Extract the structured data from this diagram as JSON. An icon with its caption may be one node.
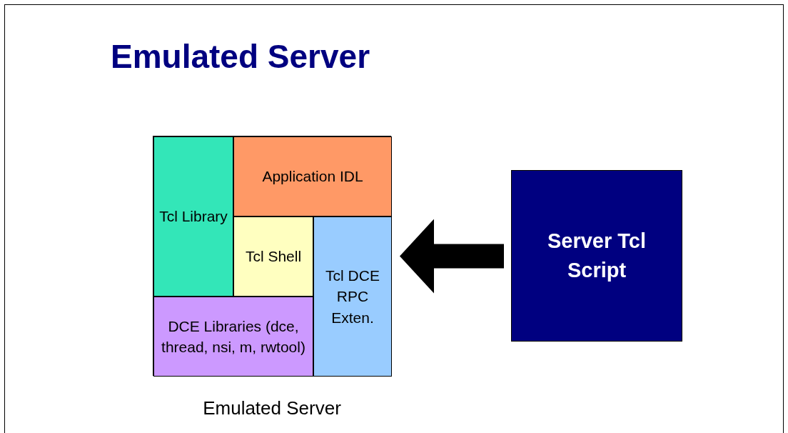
{
  "diagram": {
    "title": "Emulated Server",
    "nodes": [
      {
        "text": [],
        "shape": "box",
        "beside": [
          "Emulated Server"
        ]
      },
      {
        "text": [
          "Application IDL"
        ],
        "in": 0
      },
      {
        "text": [
          "Tcl Library"
        ],
        "in": 0
      },
      {
        "text": [
          "Tcl Shell"
        ],
        "in": 0
      },
      {
        "text": [
          "Tcl DCE RPC Exten."
        ],
        "in": 0
      },
      {
        "text": [
          "DCE Libraries (dce, thread, nsi, m, rwtool)"
        ],
        "in": 0
      },
      {
        "text": [
          "Server Tcl Script"
        ]
      }
    ],
    "edges": [
      {
        "from": 6,
        "to": 0,
        "arrow": "to"
      }
    ]
  }
}
